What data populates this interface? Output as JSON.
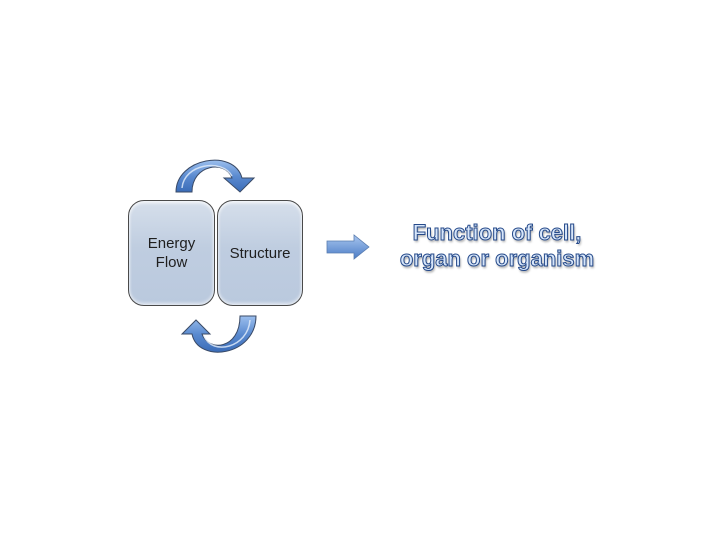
{
  "diagram": {
    "nodes": [
      {
        "id": "energy-flow",
        "label": "Energy\nFlow"
      },
      {
        "id": "structure",
        "label": "Structure"
      }
    ],
    "cycle_arrows": [
      {
        "position": "top",
        "direction": "clockwise",
        "from": "energy-flow",
        "to": "structure"
      },
      {
        "position": "bottom",
        "direction": "clockwise",
        "from": "structure",
        "to": "energy-flow"
      }
    ],
    "result_arrow": {
      "direction": "right"
    },
    "result_text": "Function of cell,\norgan or organism",
    "colors": {
      "box_fill": "#c3d0e2",
      "box_border": "#4a4a4a",
      "arrow_fill": "#5b8bd0",
      "result_text_fill": "#d7e6fa",
      "result_text_outline": "#264a8a"
    }
  }
}
